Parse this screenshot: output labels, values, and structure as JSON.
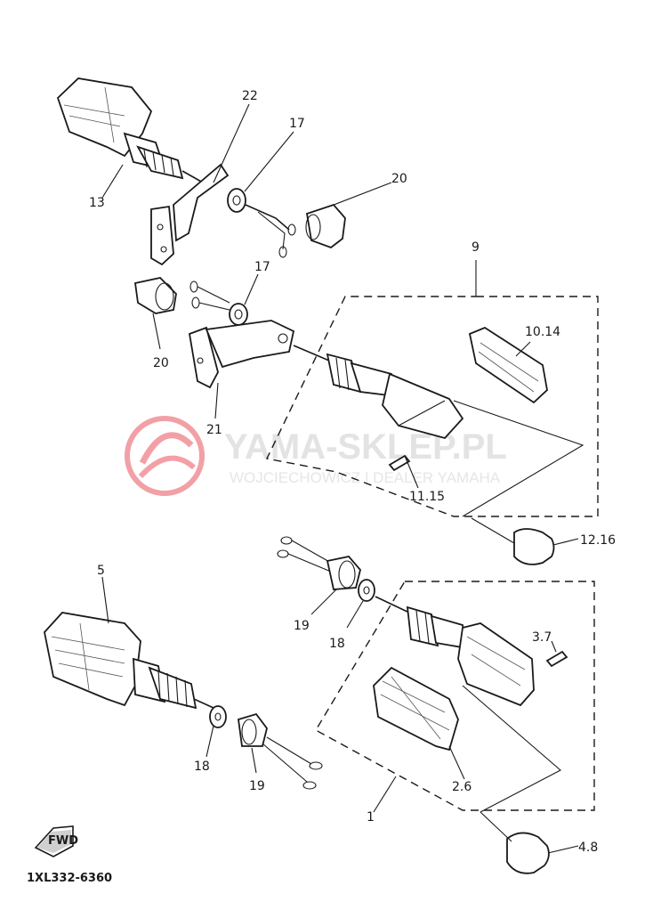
{
  "watermark": {
    "title": "YAMA-SKLEP.PL",
    "subtitle": "WOJCIECHOWICZ | DEALER YAMAHA",
    "accent_color": "#f2a0a6"
  },
  "labels": {
    "l22": "22",
    "l17a": "17",
    "l13": "13",
    "l20a": "20",
    "l9": "9",
    "l17b": "17",
    "l10_14": "10.14",
    "l20b": "20",
    "l21": "21",
    "l11_15": "11.15",
    "l12_16": "12.16",
    "l5": "5",
    "l19a": "19",
    "l3_7": "3.7",
    "l18a": "18",
    "l18b": "18",
    "l19b": "19",
    "l2_6": "2.6",
    "l1": "1",
    "l4_8": "4.8"
  },
  "fwd_badge": "FWD",
  "diagram_code": "1XL332-6360",
  "icons": {
    "front_arrow": "fwd-arrow-icon",
    "watermark_logo": "yamaha-logo-icon"
  }
}
